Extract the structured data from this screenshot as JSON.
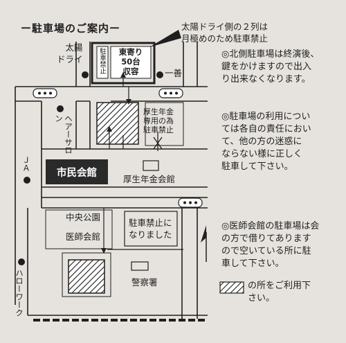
{
  "title": "ー駐車場のご案内ー",
  "callout": {
    "line1": "太陽ドライ側の２列は",
    "line2": "月極めのため駐車禁止"
  },
  "map": {
    "labels": {
      "taiyo_dry": [
        "太陽",
        "ドライ"
      ],
      "ichizen": "一善",
      "hair_salon": "ヘアーサロン",
      "ja": "ＪＡ",
      "hello_work": "ハローワーク",
      "no_parking_small": "駐車禁止",
      "east_parking": [
        "東寄り",
        "50台",
        "収容"
      ],
      "pension_only": [
        "厚生年金",
        "専用の為",
        "駐車禁止"
      ],
      "civic_hall": "市民会館",
      "pension_hall": "厚生年金会館",
      "central_park": "中央公園",
      "medical_hall": "医師会館",
      "no_parking_now": [
        "駐車禁止に",
        "なりました"
      ],
      "police": "警察署"
    },
    "colors": {
      "background": "#e6e3de",
      "ink": "#1f1f1f",
      "civic_hall_fill": "#2a2a2a"
    }
  },
  "notes": [
    {
      "mark": "◎",
      "lines": [
        "北側駐車場は終演後、",
        "鍵をかけますので出入",
        "り出来なくなります。"
      ]
    },
    {
      "mark": "◎",
      "lines": [
        "駐車場の利用につい",
        "ては各自の責任におい",
        "て、他の方の迷惑に",
        "ならない様に正しく",
        "駐車して下さい。"
      ]
    },
    {
      "mark": "◎",
      "lines": [
        "医師会館の駐車場は会",
        "の方で借りてあります",
        "ので空いている所に駐",
        "車して下さい。"
      ]
    }
  ],
  "legend": {
    "text1": "の所をご利用下",
    "text2": "さい。"
  }
}
